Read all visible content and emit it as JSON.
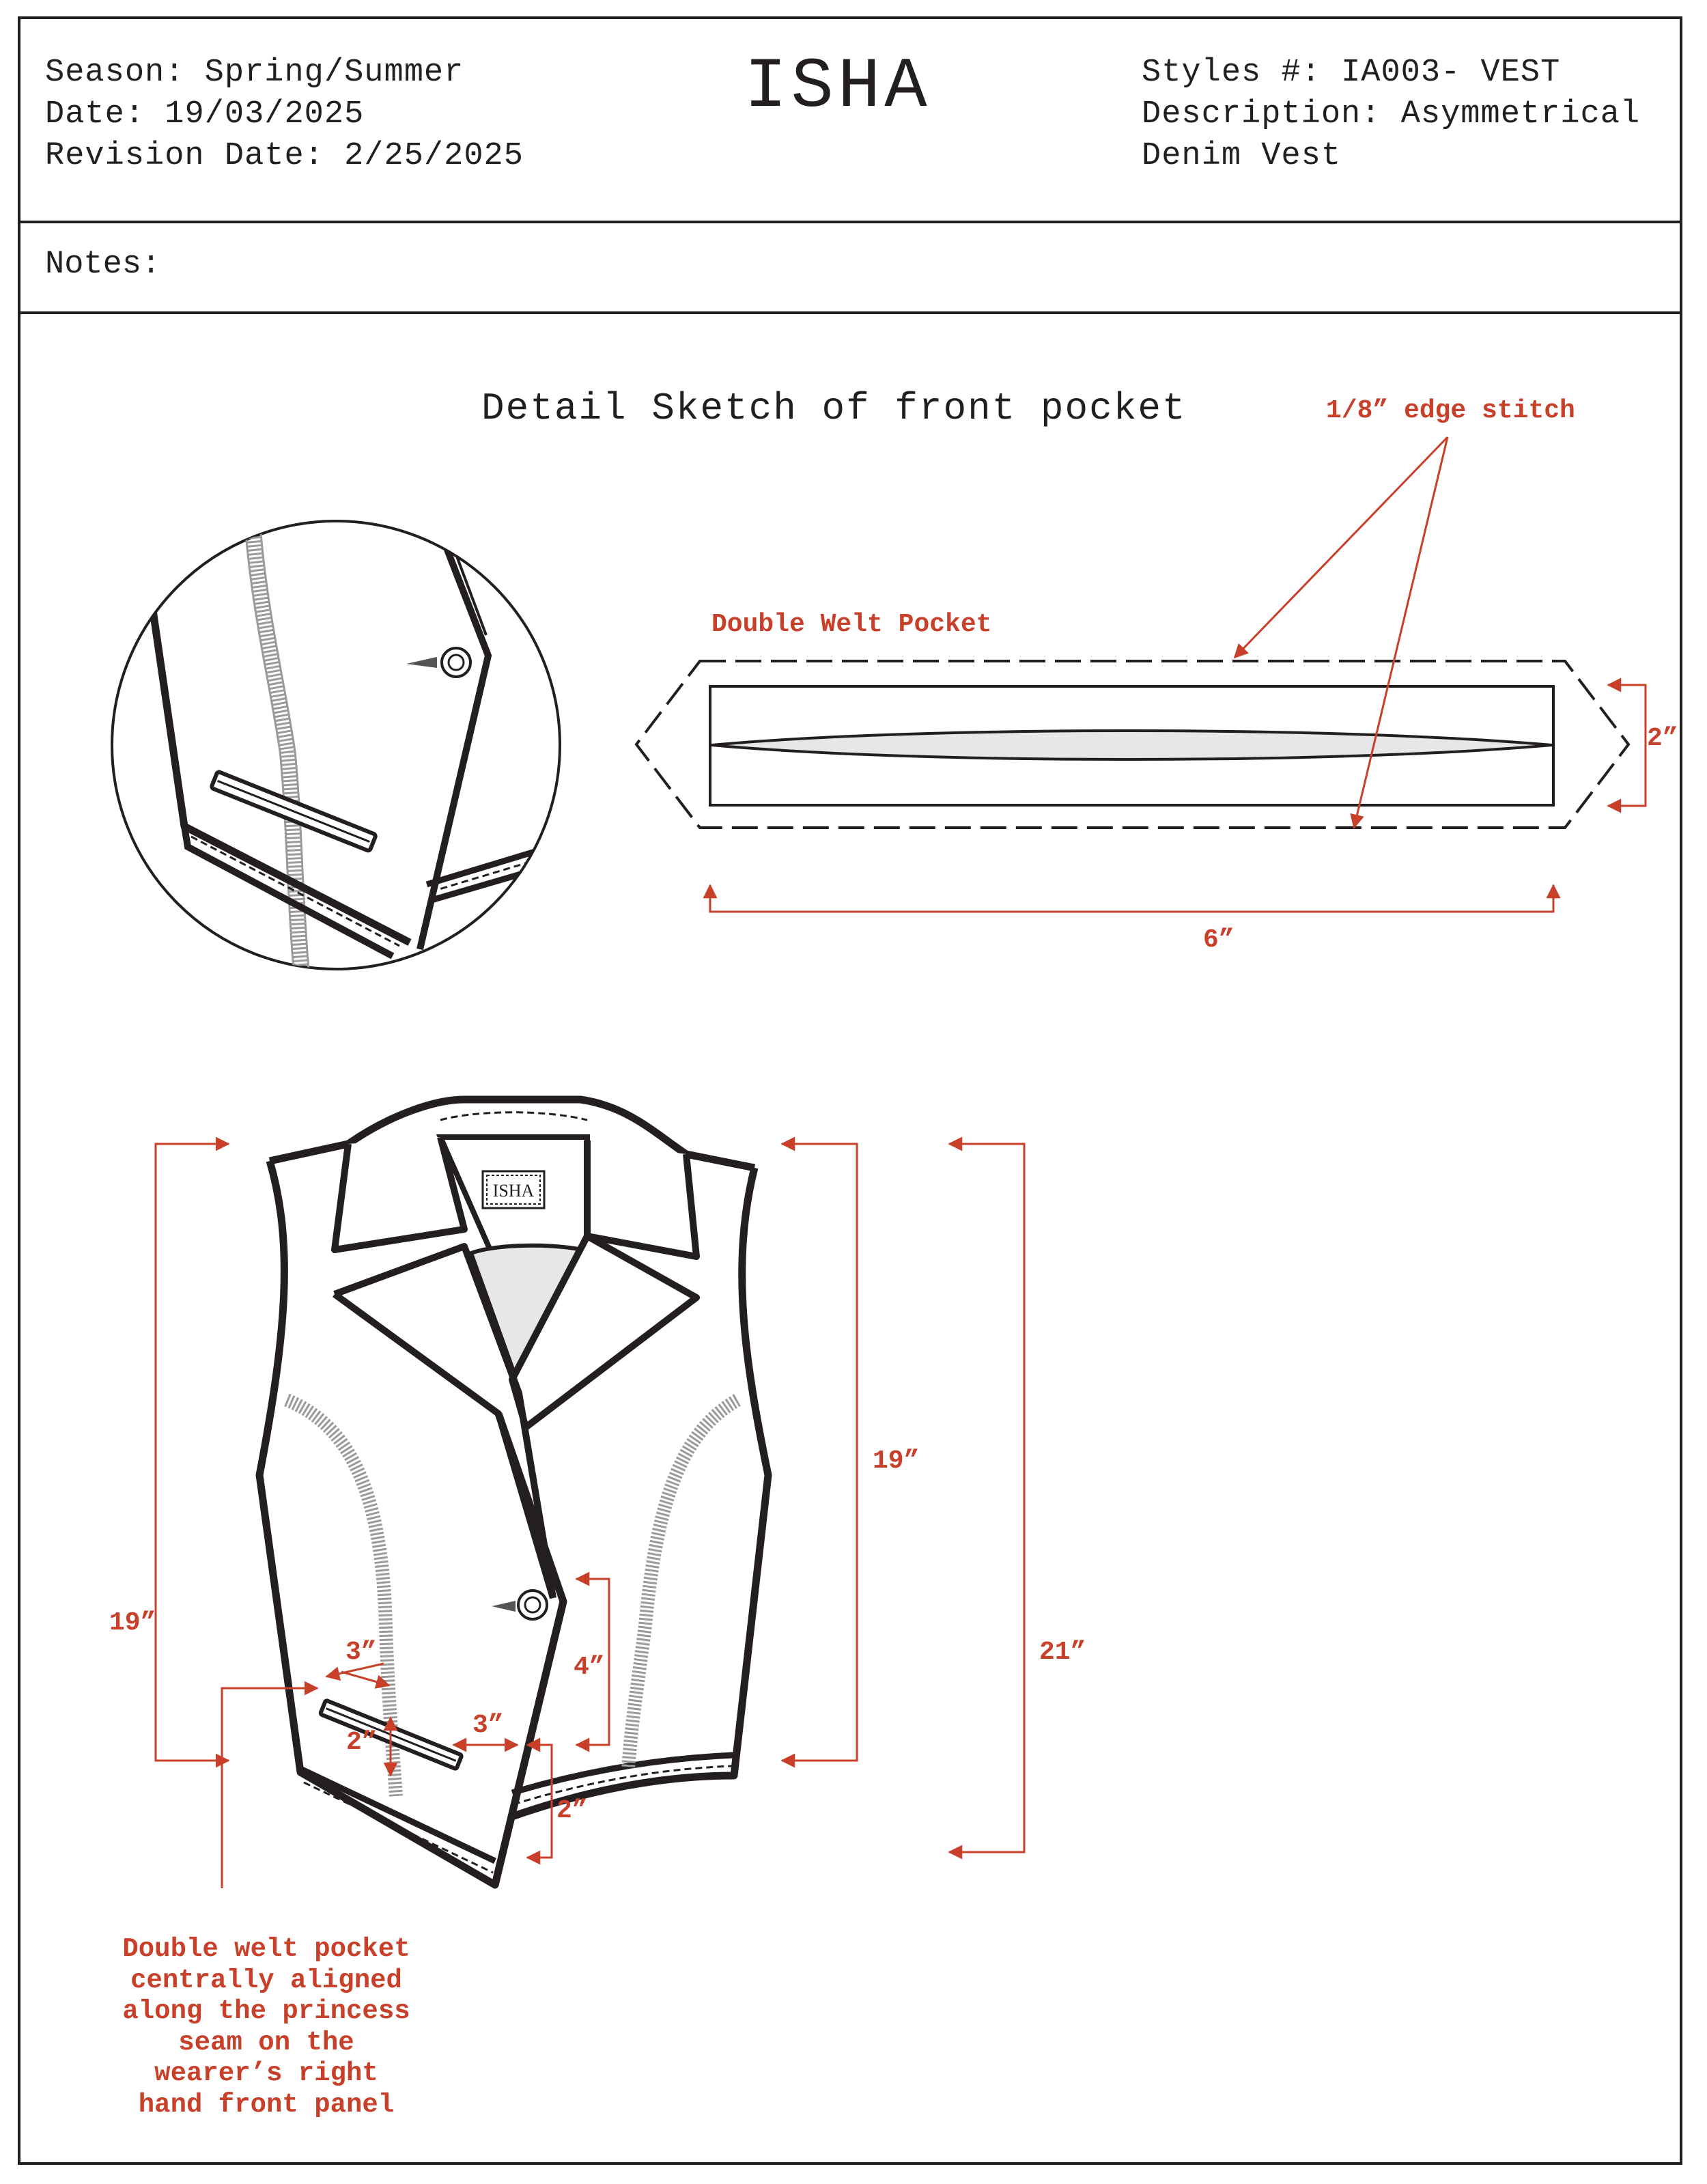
{
  "header": {
    "season_label": "Season:",
    "season_value": "Spring/Summer",
    "date_label": "Date:",
    "date_value": "19/03/2025",
    "revision_label": "Revision Date:",
    "revision_value": "2/25/2025",
    "brand": "ISHA",
    "style_label": "Styles #:",
    "style_value": "IA003- VEST",
    "description_label": "Description:",
    "description_value_line1": "Asymmetrical",
    "description_value_line2": "Denim Vest"
  },
  "notes": {
    "label": "Notes:"
  },
  "detail": {
    "title": "Detail Sketch of front pocket",
    "pocket_label": "Double Welt Pocket",
    "edge_stitch": "1/8” edge stitch",
    "pocket_height": "2”",
    "pocket_width": "6”"
  },
  "vest": {
    "label_tag": "ISHA",
    "dim_left_length": "19”",
    "dim_right_length": "19”",
    "dim_total_length": "21”",
    "dim_pocket_width": "3”",
    "dim_pocket_to_edge": "3”",
    "dim_pocket_height": "2”",
    "dim_pocket_from_button": "4”",
    "dim_hem_step": "2”",
    "callout_lines": [
      "Double welt pocket",
      "centrally aligned",
      "along the princess",
      "seam on the",
      "wearer’s right",
      "hand front panel"
    ]
  },
  "colors": {
    "ink": "#231f20",
    "annotation": "#c8402a",
    "fill_grey": "#e6e7e8"
  }
}
